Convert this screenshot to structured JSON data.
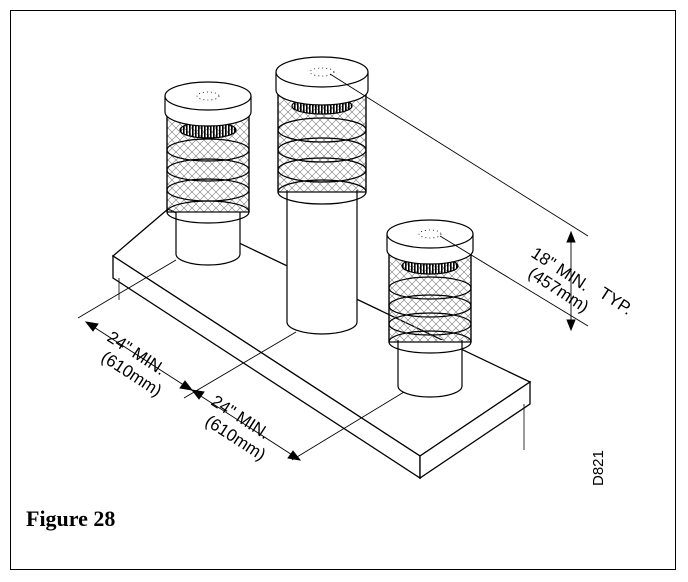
{
  "figure": {
    "caption": "Figure 28",
    "drawing_code": "D821"
  },
  "dimensions": {
    "vertical": {
      "line1": "18\" MIN.",
      "line2": "(457mm)",
      "suffix": "TYP."
    },
    "spacing_1": {
      "line1": "24\" MIN.",
      "line2": "(610mm)"
    },
    "spacing_2": {
      "line1": "24\" MIN.",
      "line2": "(610mm)"
    }
  }
}
